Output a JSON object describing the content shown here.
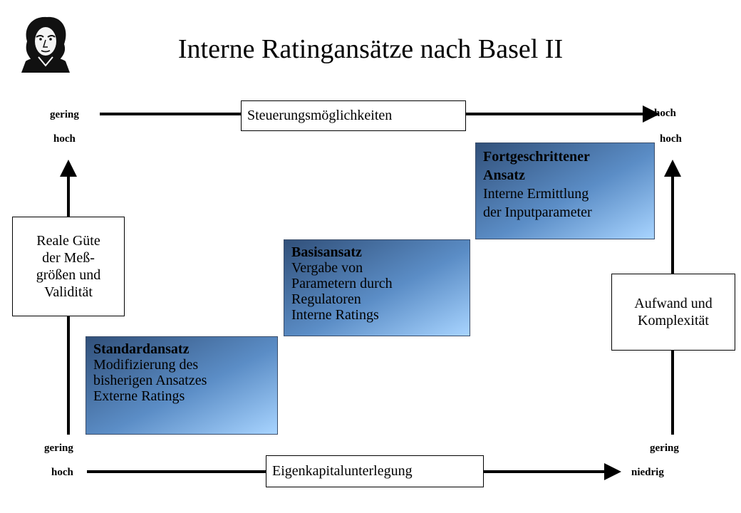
{
  "title": "Interne Ratingansätze nach Basel II",
  "logo": {
    "icon": "goethe-portrait-icon"
  },
  "top_axis": {
    "left": "gering",
    "right": "hoch",
    "label": "Steuerungsmöglichkeiten"
  },
  "bottom_axis": {
    "left": "hoch",
    "right": "niedrig",
    "label": "Eigenkapitalunterlegung"
  },
  "left_axis": {
    "top": "hoch",
    "bottom": "gering",
    "label_lines": [
      "Reale Güte",
      "der Meß-",
      "größen und",
      "Validität"
    ]
  },
  "right_axis": {
    "top": "hoch",
    "bottom": "gering",
    "label_lines": [
      "Aufwand und",
      "Komplexität"
    ]
  },
  "approaches": [
    {
      "title": "Standardansatz",
      "lines": [
        "Modifizierung des",
        "bisherigen Ansatzes",
        "Externe Ratings"
      ]
    },
    {
      "title": "Basisansatz",
      "lines": [
        "Vergabe von",
        "Parametern durch",
        "Regulatoren",
        "Interne Ratings"
      ]
    },
    {
      "title_lines": [
        "Fortgeschrittener",
        "Ansatz"
      ],
      "lines": [
        "Interne Ermittlung",
        "der Inputparameter"
      ]
    }
  ]
}
